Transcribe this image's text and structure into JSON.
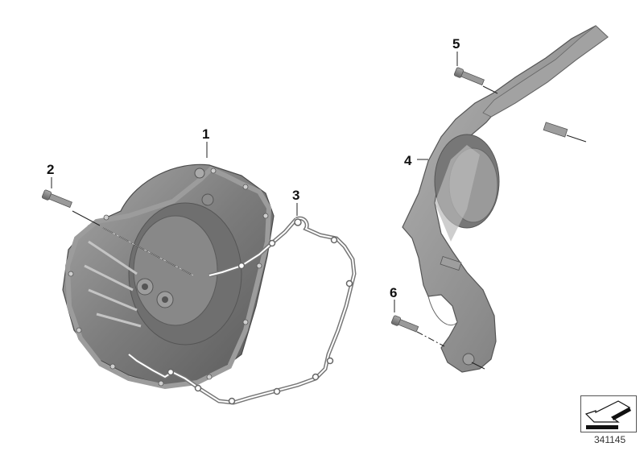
{
  "diagram": {
    "type": "exploded-parts-diagram",
    "callouts": [
      {
        "id": "1",
        "label": "1",
        "part": "alternator cover"
      },
      {
        "id": "2",
        "label": "2",
        "part": "bolt"
      },
      {
        "id": "3",
        "label": "3",
        "part": "gasket"
      },
      {
        "id": "4",
        "label": "4",
        "part": "cover guard"
      },
      {
        "id": "5",
        "label": "5",
        "part": "bolt"
      },
      {
        "id": "6",
        "label": "6",
        "part": "bolt"
      }
    ],
    "reference_number": "341145",
    "symbol": "arrow-direction-icon",
    "colors": {
      "part_fill": "#8a8a8a",
      "part_dark": "#5e5e5e",
      "part_light": "#b8b8b8",
      "outline": "#444444",
      "label": "#111111"
    }
  }
}
